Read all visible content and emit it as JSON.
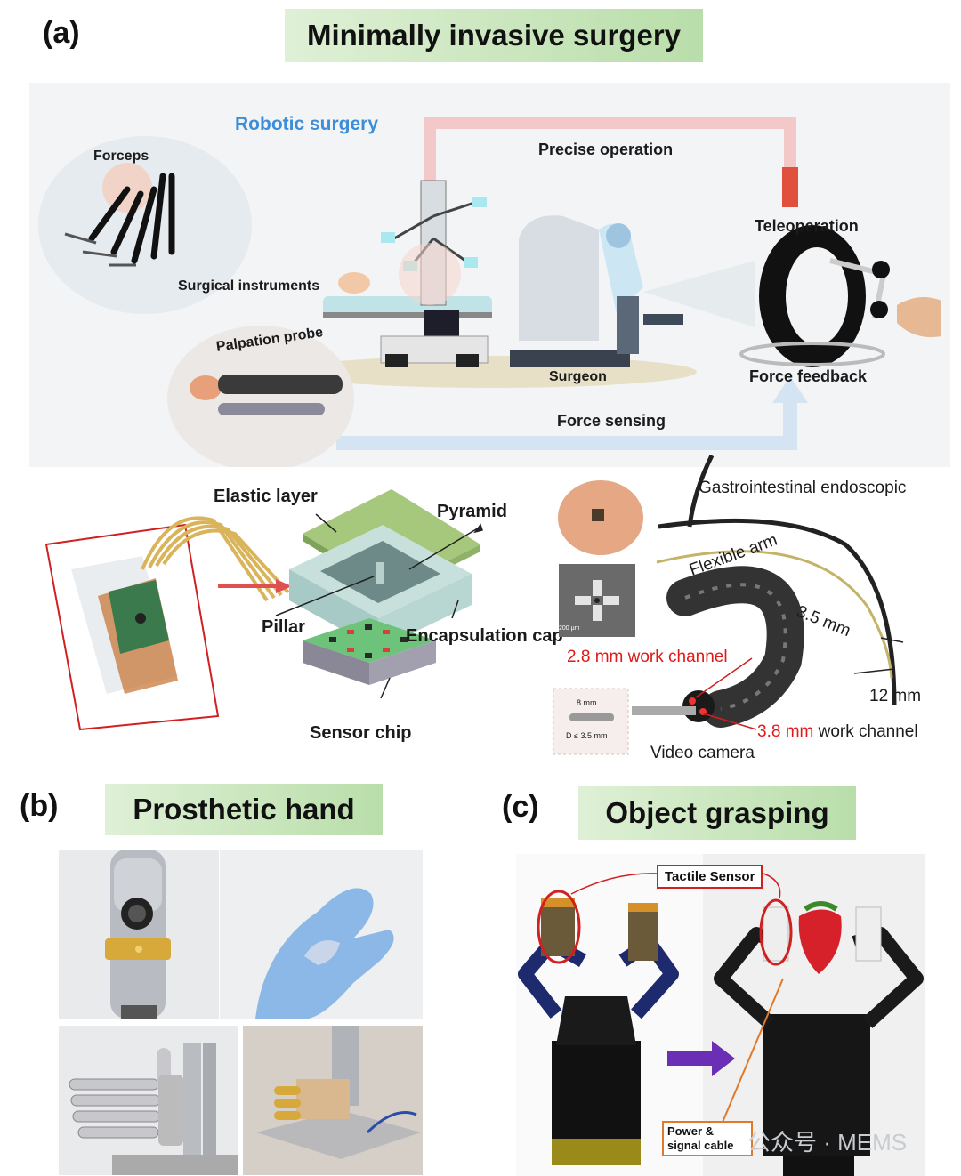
{
  "panel_a": {
    "letter": "(a)",
    "title": "Minimally invasive surgery",
    "robotic_surgery": "Robotic surgery",
    "forceps": "Forceps",
    "precise_operation": "Precise operation",
    "teleoperation": "Teleoperation",
    "surgical_instruments": "Surgical instruments",
    "palpation_probe": "Palpation probe",
    "surgeon": "Surgeon",
    "force_feedback": "Force feedback",
    "force_sensing": "Force sensing",
    "elastic_layer": "Elastic layer",
    "pyramid": "Pyramid",
    "pillar": "Pillar",
    "encapsulation_cap": "Encapsulation cap",
    "sensor_chip": "Sensor chip",
    "gi_endoscopic": "Gastrointestinal endoscopic",
    "flexible_arm": "Flexible arm",
    "dim_35": "3.5 mm",
    "dim_12": "12 mm",
    "work_channel_28": "2.8 mm work channel",
    "work_channel_38_num": "3.8 mm",
    "work_channel_38_text": " work channel",
    "video_camera": "Video camera",
    "inset_8mm": "8 mm",
    "inset_d": "D ≤ 3.5 mm",
    "sem_scale": "200 μm"
  },
  "panel_b": {
    "letter": "(b)",
    "title": "Prosthetic hand"
  },
  "panel_c": {
    "letter": "(c)",
    "title": "Object grasping",
    "tactile_sensor": "Tactile Sensor",
    "power_cable": "Power & signal cable",
    "watermark": "公众号 · MEMS"
  },
  "colors": {
    "banner_green": "#b9deaa",
    "accent_red": "#e01818",
    "arrow_purple": "#6b2fb5",
    "sensor_green": "#5aa86a"
  }
}
